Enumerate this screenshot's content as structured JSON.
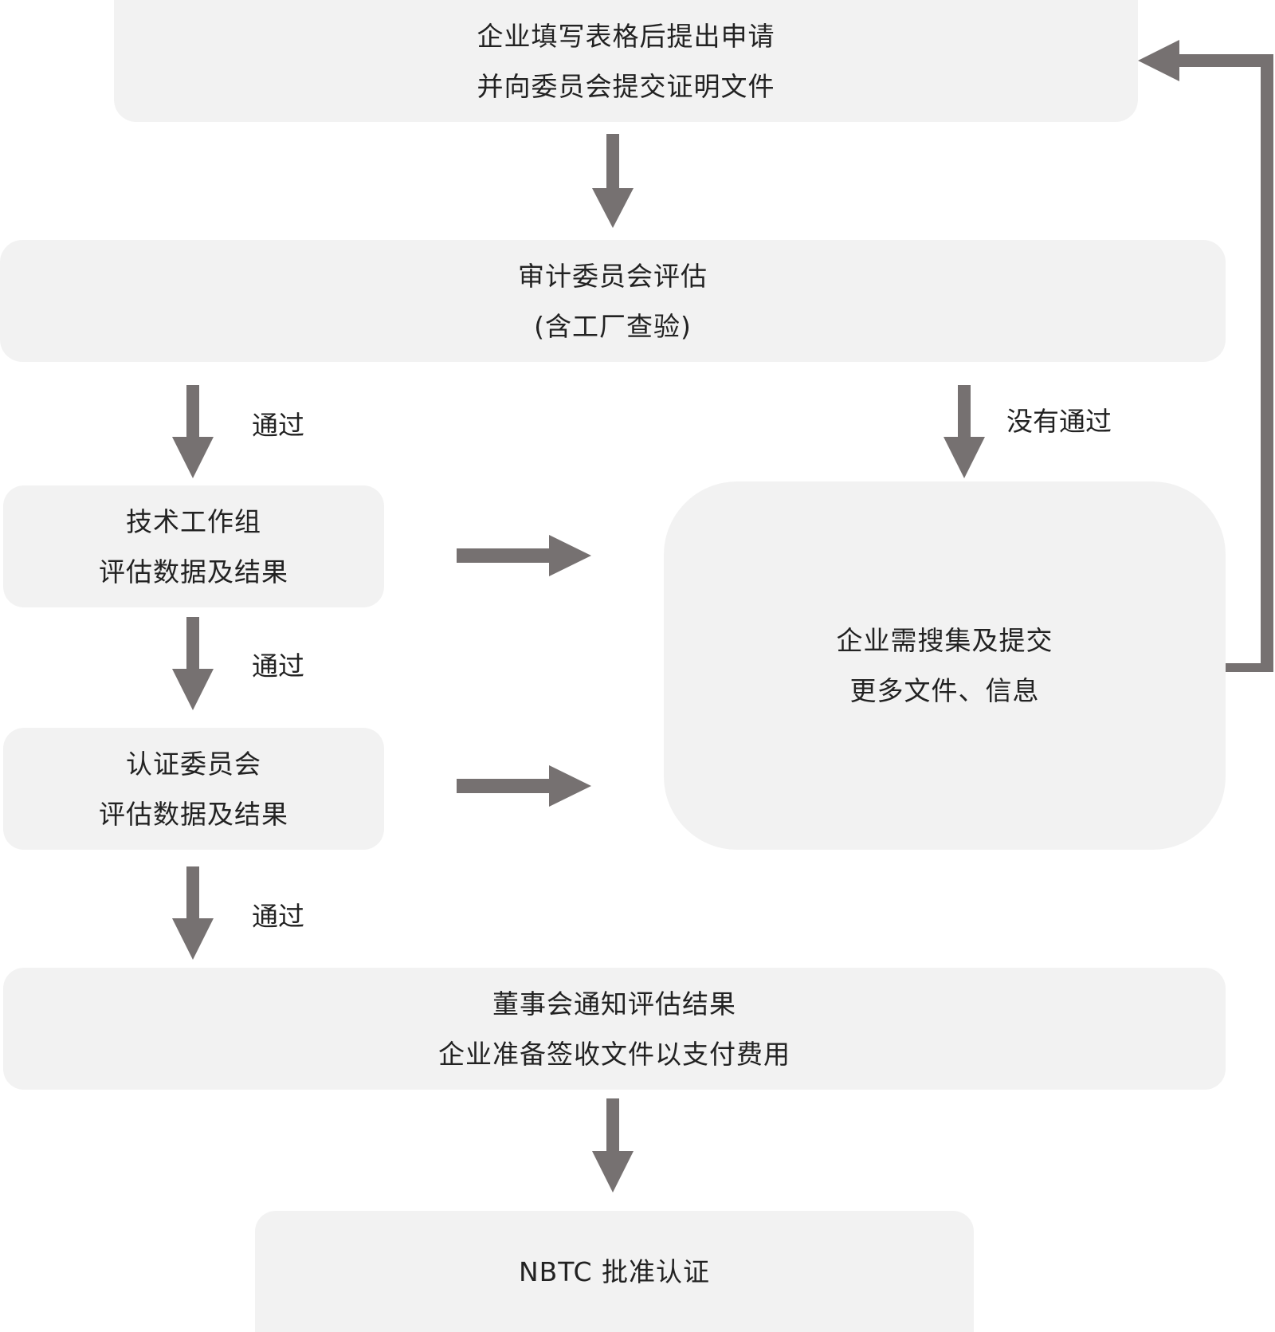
{
  "colors": {
    "box_fill": "#f2f2f2",
    "arrow": "#767171",
    "text": "#222222"
  },
  "nodes": {
    "submit_application": {
      "line1": "企业填写表格后提出申请",
      "line2": "并向委员会提交证明文件"
    },
    "audit_committee": {
      "line1": "审计委员会评估",
      "line2": "(含工厂查验)"
    },
    "technical_working_group": {
      "line1": "技术工作组",
      "line2": "评估数据及结果"
    },
    "certification_committee": {
      "line1": "认证委员会",
      "line2": "评估数据及结果"
    },
    "supplement_documents": {
      "line1": "企业需搜集及提交",
      "line2": "更多文件、信息"
    },
    "board_notification": {
      "line1": "董事会通知评估结果",
      "line2": "企业准备签收文件以支付费用"
    },
    "nbtc_approval": {
      "line1": "NBTC 批准认证"
    }
  },
  "edges": {
    "pass_1": "通过",
    "pass_2": "通过",
    "pass_3": "通过",
    "not_pass": "没有通过"
  }
}
